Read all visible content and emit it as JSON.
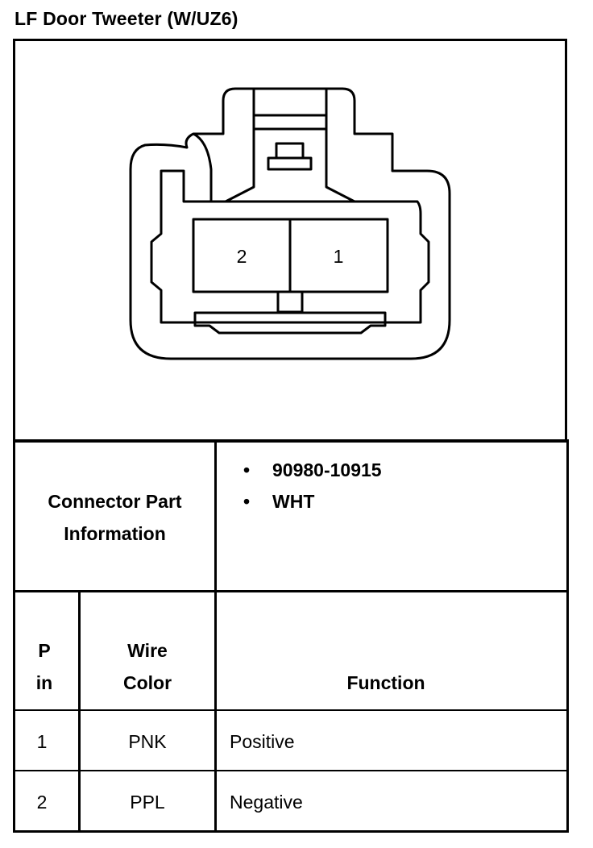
{
  "title": "LF Door Tweeter (W/UZ6)",
  "diagram": {
    "pin_labels": [
      "2",
      "1"
    ]
  },
  "connector_info": {
    "label_line1": "Connector Part",
    "label_line2": "Information",
    "items": [
      "90980-10915",
      "WHT"
    ],
    "bullet": "•"
  },
  "pin_table": {
    "headers": {
      "pin_line1": "P",
      "pin_line2": "in",
      "wire_line1": "Wire",
      "wire_line2": "Color",
      "function": "Function"
    },
    "rows": [
      {
        "pin": "1",
        "wire_color": "PNK",
        "function": "Positive"
      },
      {
        "pin": "2",
        "wire_color": "PPL",
        "function": "Negative"
      }
    ]
  }
}
